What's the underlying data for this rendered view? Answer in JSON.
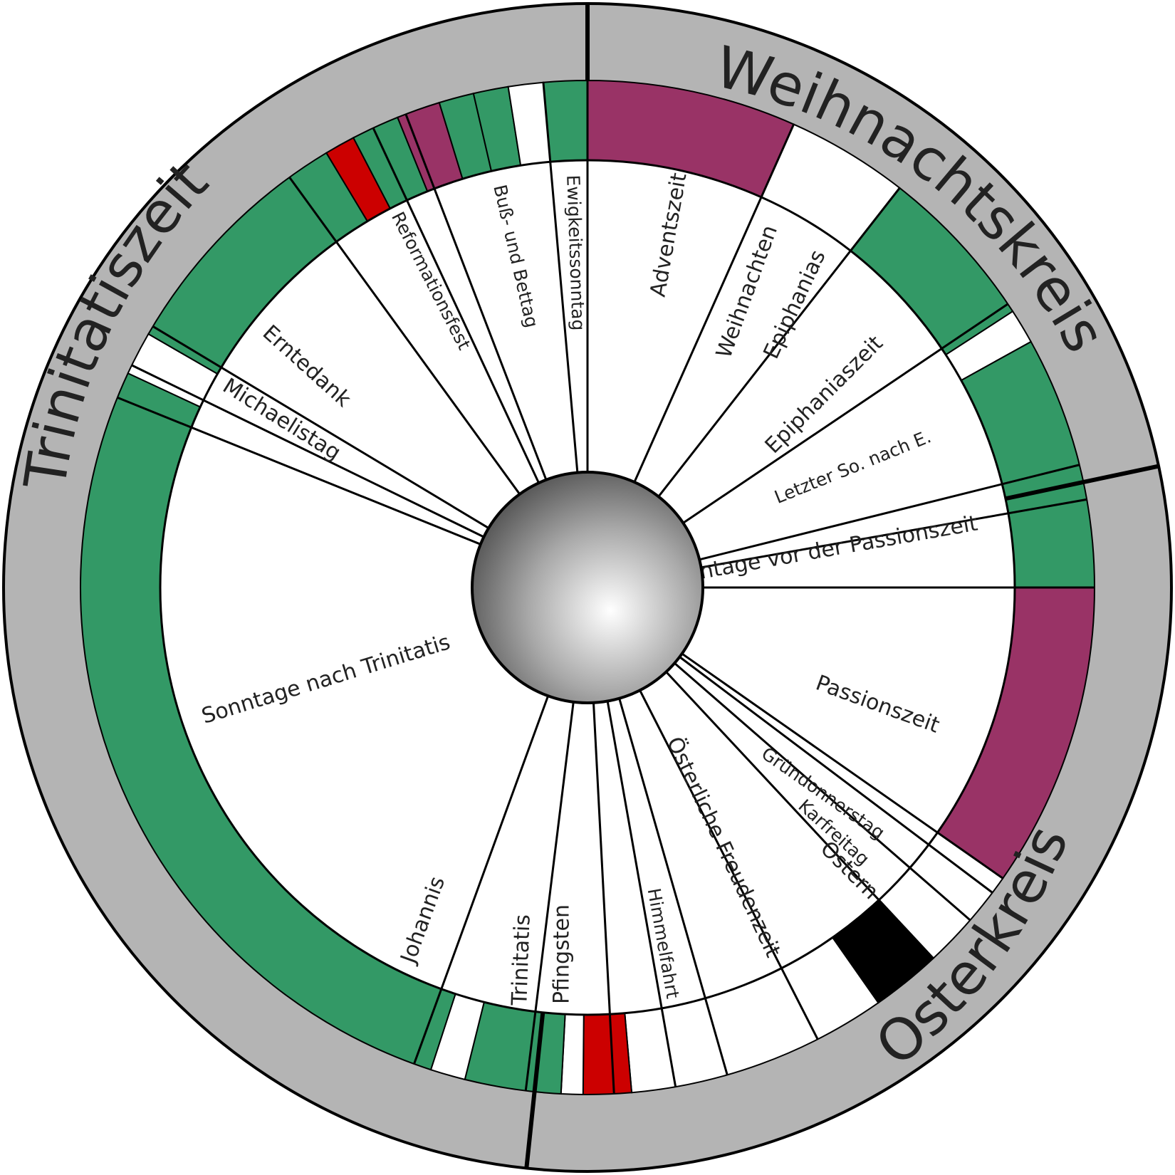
{
  "colors": {
    "outer_ring": "#b4b4b4",
    "green": "#339966",
    "violet": "#993366",
    "red": "#cc0000",
    "black": "#000000",
    "white": "#ffffff",
    "outline": "#000000"
  },
  "outer_labels": [
    {
      "key": "weihnachtskreis",
      "text": "Weihnachtskreis"
    },
    {
      "key": "osterkreis",
      "text": "Osterkreis"
    },
    {
      "key": "trinitatiszeit",
      "text": "Trinitatiszeit"
    }
  ],
  "segments": [
    {
      "key": "adventszeit",
      "label": "Adventszeit",
      "color": "violet"
    },
    {
      "key": "weihnachten",
      "label": "Weihnachten",
      "color": "white"
    },
    {
      "key": "epiphanias",
      "label": "Epiphanias",
      "color": "white"
    },
    {
      "key": "epiphaniaszeit",
      "label": "Epiphaniaszeit",
      "color": "green"
    },
    {
      "key": "letzter-so-nach-e",
      "label": "Letzter So. nach E.",
      "color": "white"
    },
    {
      "key": "sonntage-vor-der-passionszeit",
      "label": "Sonntage vor der Passionszeit",
      "color": "green"
    },
    {
      "key": "passionszeit",
      "label": "Passionszeit",
      "color": "violet"
    },
    {
      "key": "gruendonnerstag",
      "label": "Gründonnerstag",
      "color": "white"
    },
    {
      "key": "karfreitag",
      "label": "Karfreitag",
      "color": "black"
    },
    {
      "key": "ostern",
      "label": "Ostern",
      "color": "white"
    },
    {
      "key": "oesterliche-freudenzeit",
      "label": "Österliche Freudenzeit",
      "color": "white"
    },
    {
      "key": "himmelfahrt",
      "label": "Himmelfahrt",
      "color": "white"
    },
    {
      "key": "pfingsten",
      "label": "Pfingsten",
      "color": "red"
    },
    {
      "key": "trinitatis",
      "label": "Trinitatis",
      "color": "white"
    },
    {
      "key": "johannis",
      "label": "Johannis",
      "color": "white"
    },
    {
      "key": "sonntage-nach-trinitatis",
      "label": "Sonntage nach Trinitatis",
      "color": "green"
    },
    {
      "key": "michaelistag",
      "label": "Michaelistag",
      "color": "white"
    },
    {
      "key": "erntedank",
      "label": "Erntedank",
      "color": "green"
    },
    {
      "key": "reformationsfest",
      "label": "Reformationsfest",
      "color": "red"
    },
    {
      "key": "buss-und-bettag",
      "label": "Buß- und Bettag",
      "color": "violet"
    },
    {
      "key": "ewigkeitssonntag",
      "label": "Ewigkeitssonntag",
      "color": "green"
    }
  ]
}
